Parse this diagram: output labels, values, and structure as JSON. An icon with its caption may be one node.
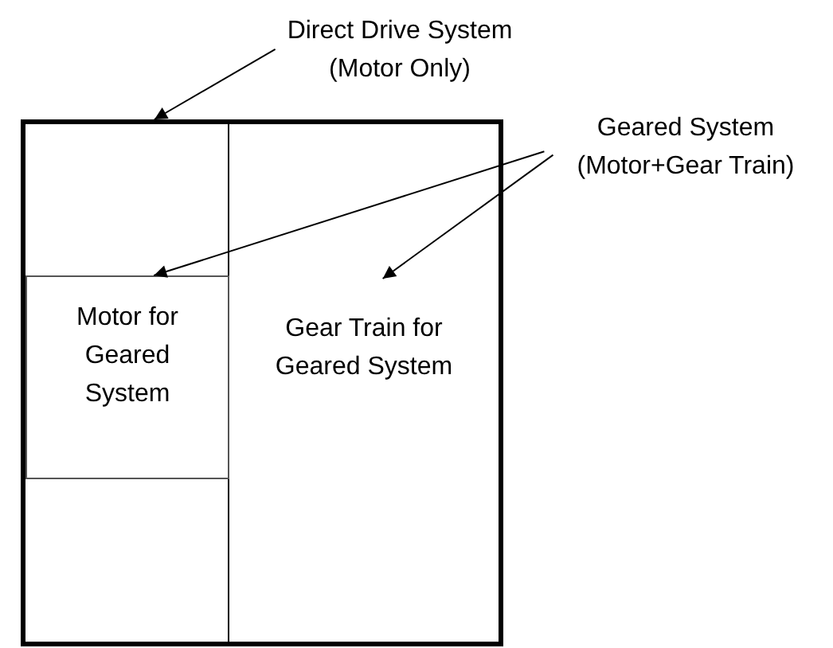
{
  "diagram": {
    "nodes": [
      {
        "text": [
          "Direct Drive System (Motor Only)"
        ]
      },
      {
        "text": [],
        "shape": "box"
      },
      {
        "text": [
          "Geared System (Motor+Gear Train)"
        ]
      },
      {
        "text": [
          "Motor for Geared System"
        ],
        "in": 1
      },
      {
        "text": [
          "Gear Train for Geared System"
        ],
        "in": 1
      }
    ],
    "edges": [
      {
        "from": 0,
        "to": 1,
        "arrow": "to"
      },
      {
        "from": 2,
        "to": 3,
        "arrow": "to"
      },
      {
        "from": 2,
        "to": 4,
        "arrow": "to"
      }
    ]
  }
}
